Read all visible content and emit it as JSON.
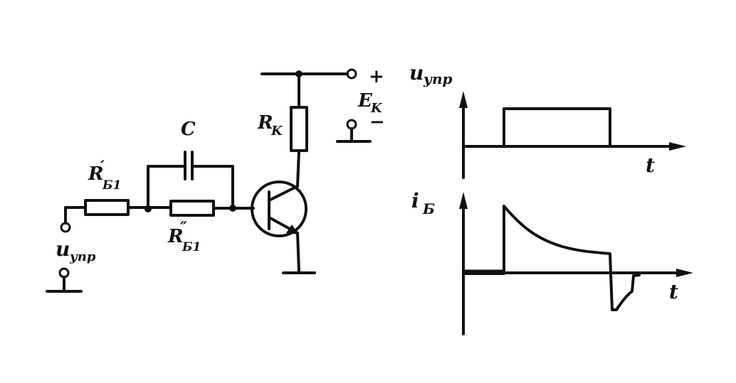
{
  "circuit": {
    "capacitor_label": "C",
    "rb1_prime_main": "R",
    "rb1_prime_sub": "Б1",
    "rb1_dprime_main": "R",
    "rb1_dprime_sub": "Б1",
    "rk_main": "R",
    "rk_sub": "K",
    "ek_main": "E",
    "ek_sub": "K",
    "plus": "+",
    "minus": "−",
    "input_main": "u",
    "input_sub": "упр"
  },
  "graphs": {
    "top_y_main": "u",
    "top_y_sub": "упр",
    "top_x": "t",
    "bottom_y_main": "i",
    "bottom_y_sub": "Б",
    "bottom_x": "t"
  }
}
